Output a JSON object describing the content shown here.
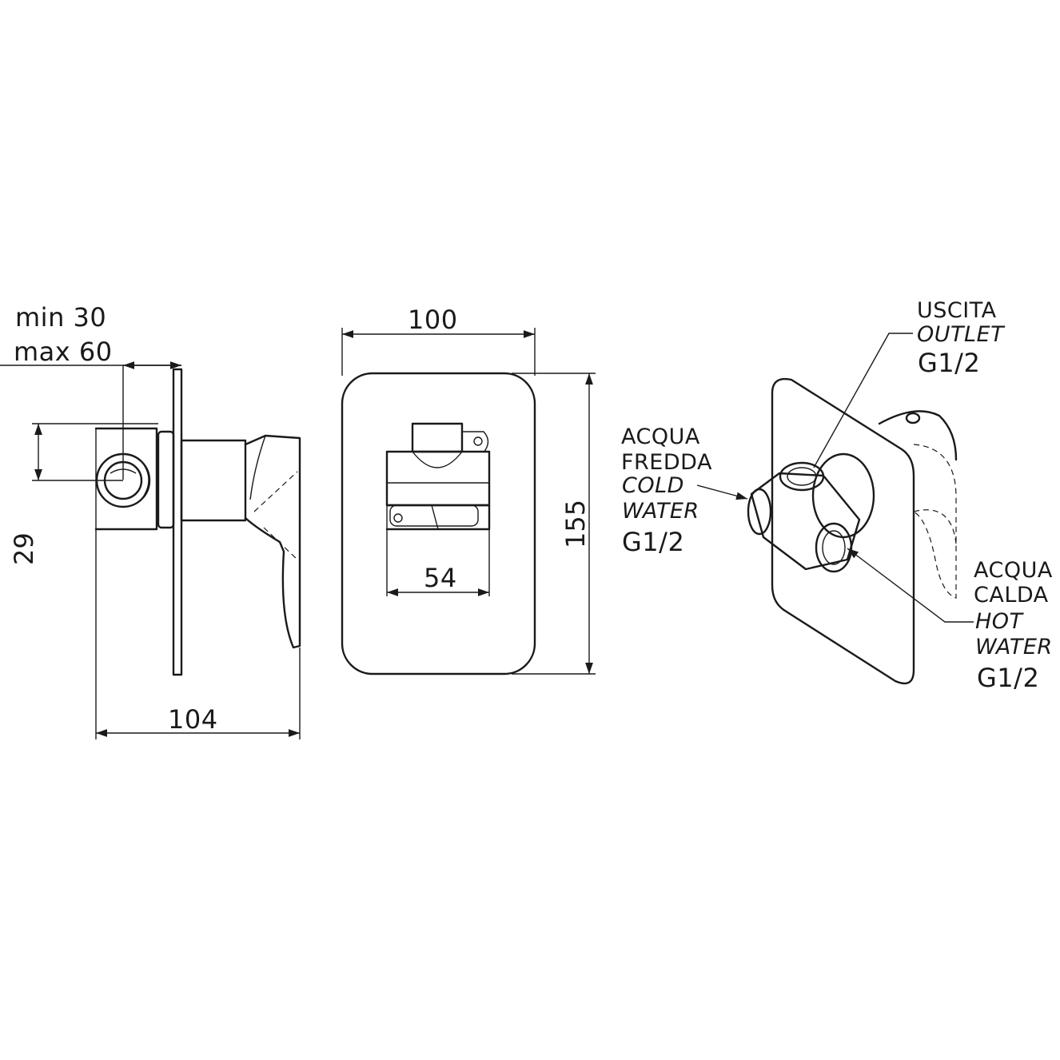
{
  "side_view": {
    "depth_min": "min 30",
    "depth_max": "max 60",
    "height_29": "29",
    "length_104": "104"
  },
  "front_view": {
    "width_100": "100",
    "height_155": "155",
    "width_54": "54"
  },
  "perspective_view": {
    "outlet": {
      "it": "USCITA",
      "en": "OUTLET",
      "thread": "G1/2"
    },
    "cold": {
      "it_1": "ACQUA",
      "it_2": "FREDDA",
      "en_1": "COLD",
      "en_2": "WATER",
      "thread": "G1/2"
    },
    "hot": {
      "it_1": "ACQUA",
      "it_2": "CALDA",
      "en_1": "HOT",
      "en_2": "WATER",
      "thread": "G1/2"
    }
  }
}
